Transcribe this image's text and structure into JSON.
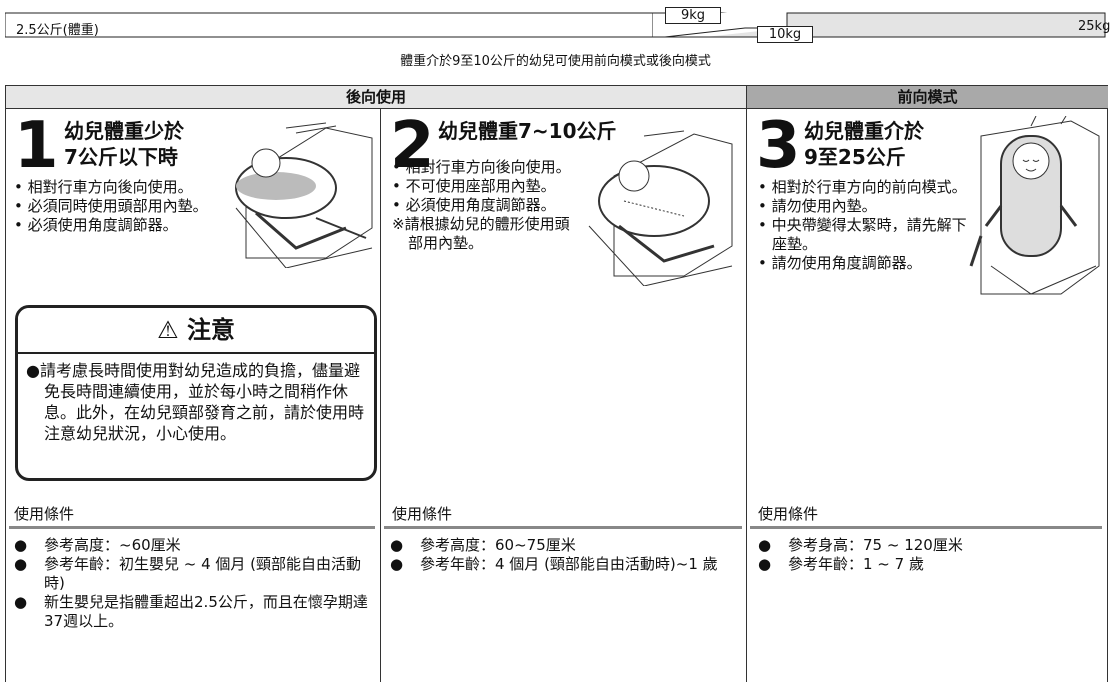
{
  "weight_bar": {
    "start_label": "2.5公斤(體重)",
    "end_label": "25kg",
    "marker_9": "9kg",
    "marker_10": "10kg",
    "note": "體重介於9至10公斤的幼兒可使用前向模式或後向模式"
  },
  "headers": {
    "rear": "後向使用",
    "front": "前向模式"
  },
  "col1": {
    "number": "1",
    "title_line1": "幼兒體重少於",
    "title_line2": "7公斤以下時",
    "bullets": [
      "• 相對行車方向後向使用。",
      "• 必須同時使用頭部用內墊。",
      "• 必須使用角度調節器。"
    ],
    "caution_title": "注意",
    "caution_text": "●請考慮長時間使用對幼兒造成的負擔，儘量避免長時間連續使用，並於每小時之間稍作休息。此外，在幼兒頸部發育之前，請於使用時注意幼兒狀況，小心使用。",
    "cond_title": "使用條件",
    "conditions": [
      "參考高度：~60厘米",
      "參考年齡：初生嬰兒 ~ 4 個月 (頸部能自由活動時)",
      "新生嬰兒是指體重超出2.5公斤，而且在懷孕期達37週以上。"
    ]
  },
  "col2": {
    "number": "2",
    "title_line1": "幼兒體重7~10公斤",
    "bullets": [
      "• 相對行車方向後向使用。",
      "• 不可使用座部用內墊。",
      "• 必須使用角度調節器。"
    ],
    "note": "※請根據幼兒的體形使用頭部用內墊。",
    "cond_title": "使用條件",
    "conditions": [
      "參考高度：60~75厘米",
      "參考年齡：4 個月 (頸部能自由活動時)~1 歲"
    ]
  },
  "col3": {
    "number": "3",
    "title_line1": "幼兒體重介於",
    "title_line2": "9至25公斤",
    "bullets": [
      "• 相對於行車方向的前向模式。",
      "• 請勿使用內墊。",
      "• 中央帶變得太緊時，請先解下座墊。",
      "• 請勿使用角度調節器。"
    ],
    "cond_title": "使用條件",
    "conditions": [
      "參考身高：75 ~ 120厘米",
      "參考年齡：1 ~ 7 歲"
    ]
  }
}
